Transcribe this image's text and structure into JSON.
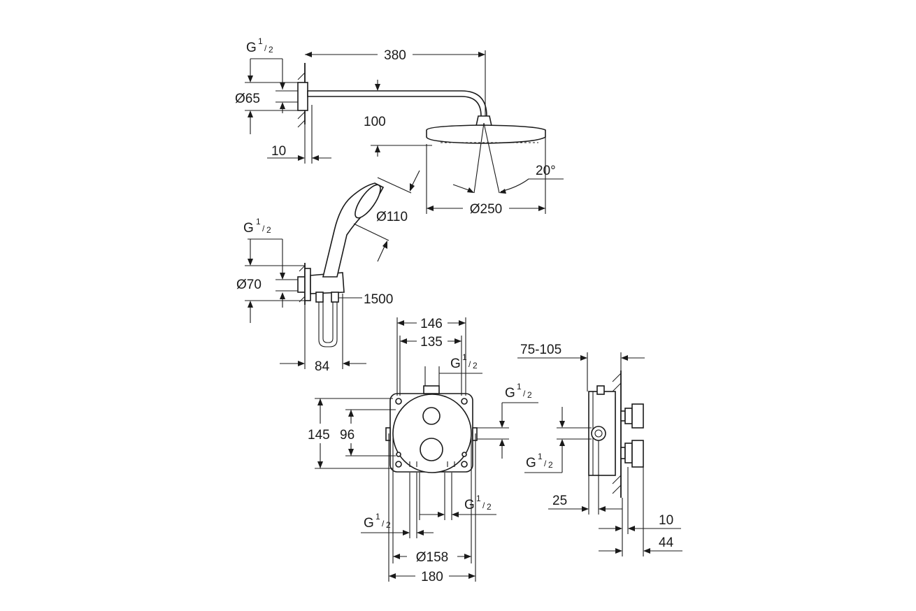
{
  "dimensions": {
    "overhead_arm_length": "380",
    "overhead_thread": "G",
    "overhead_thread_fraction": [
      "1",
      "2"
    ],
    "overhead_flange_diameter": "Ø65",
    "overhead_projection": "10",
    "overhead_drop": "100",
    "head_tilt": "20°",
    "head_diameter": "Ø250",
    "hand_shower_diameter": "Ø110",
    "elbow_thread": "G",
    "elbow_thread_fraction": [
      "1",
      "2"
    ],
    "elbow_flange_diameter": "Ø70",
    "hose_length": "1500",
    "elbow_depth": "84",
    "box_width_outer": "146",
    "box_width_inner": "135",
    "box_top_thread": "G",
    "box_top_thread_fraction": [
      "1",
      "2"
    ],
    "box_right_thread": "G",
    "box_right_thread_fraction": [
      "1",
      "2"
    ],
    "box_height_outer": "145",
    "box_height_inner": "96",
    "box_bottom_right_thread": "G",
    "box_bottom_right_thread_fraction": [
      "1",
      "2"
    ],
    "box_bottom_left_thread": "G",
    "box_bottom_left_thread_fraction": [
      "1",
      "2"
    ],
    "plate_diameter": "Ø158",
    "plate_width": "180",
    "install_depth": "75-105",
    "side_thread": "G",
    "side_thread_fraction": [
      "1",
      "2"
    ],
    "side_offset": "25",
    "side_projection_1": "10",
    "side_projection_2": "44"
  }
}
